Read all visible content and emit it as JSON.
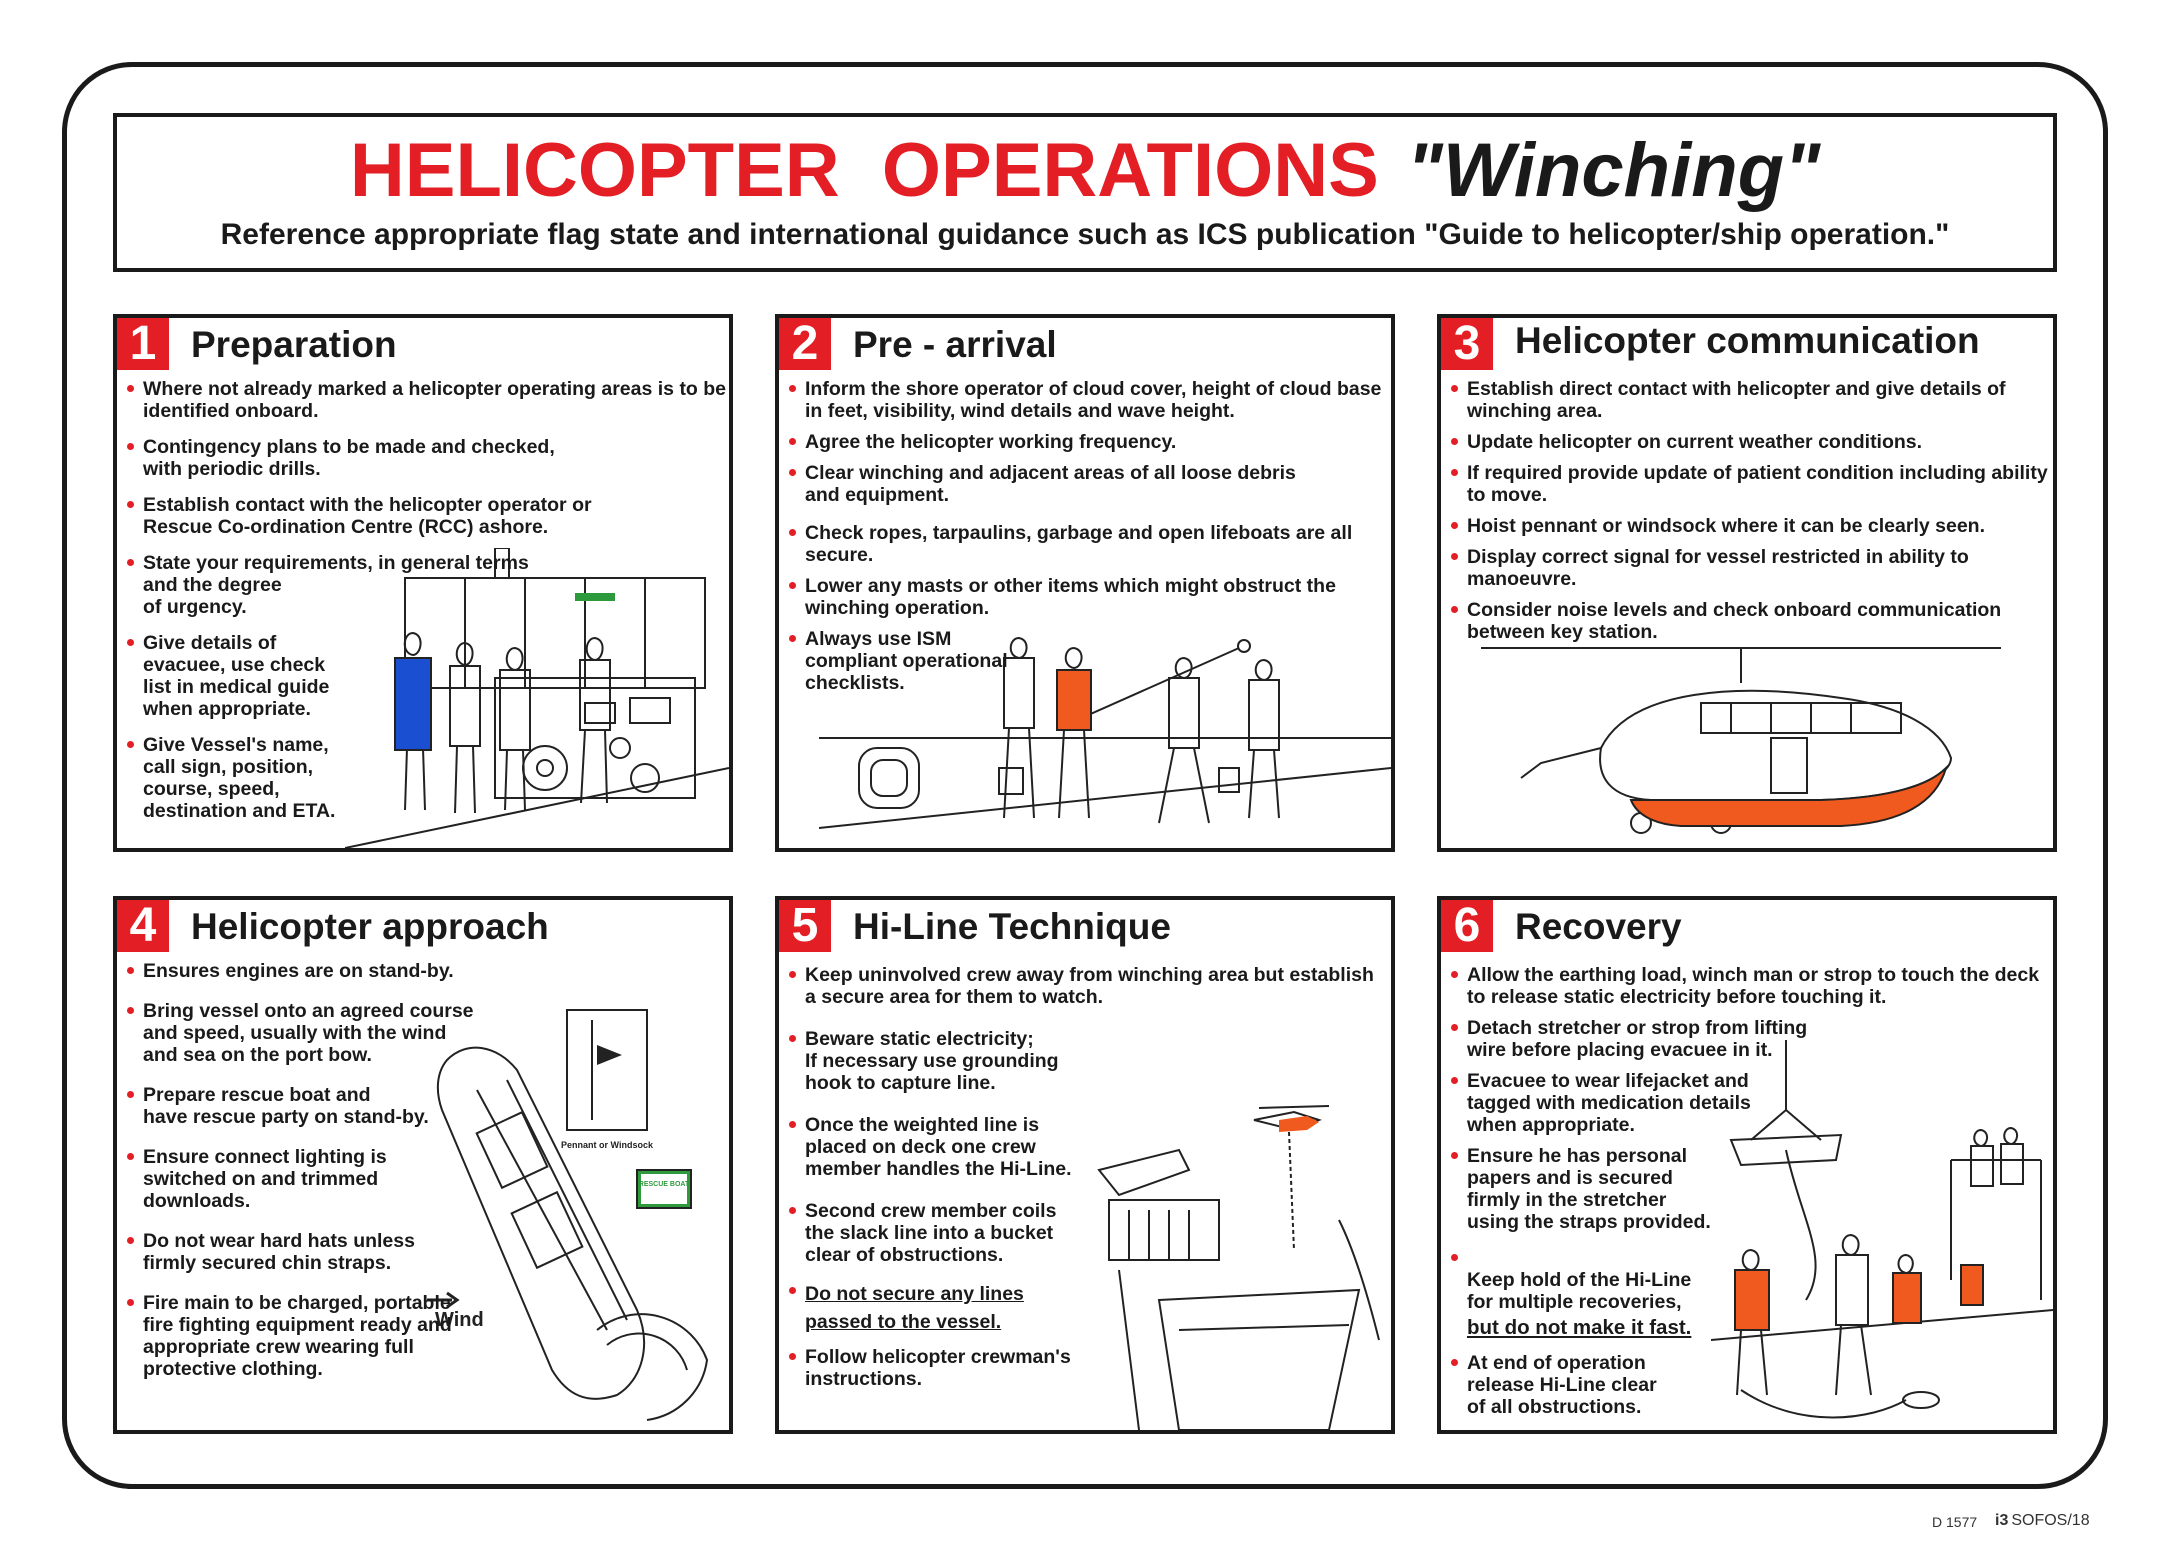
{
  "header": {
    "title_red": "HELICOPTER  OPERATIONS",
    "title_italic": "\"Winching\"",
    "subtitle": "Reference appropriate flag state and international guidance such as ICS publication \"Guide to helicopter/ship operation.\""
  },
  "panels": [
    {
      "number": "1",
      "title": "Preparation",
      "items": [
        "Where not already marked a helicopter operating areas is to be\nidentified onboard.",
        "Contingency plans to be made and checked,\nwith periodic drills.",
        "Establish contact with the helicopter operator or\nRescue Co-ordination Centre (RCC) ashore.",
        "State your requirements, in general terms\nand the degree\nof urgency.",
        "Give details of\nevacuee, use check\nlist in medical guide\nwhen appropriate.",
        "Give Vessel's name,\ncall sign, position,\ncourse, speed,\ndestination and ETA."
      ]
    },
    {
      "number": "2",
      "title": "Pre - arrival",
      "items": [
        "Inform the shore operator of cloud cover, height of cloud base\nin feet, visibility, wind details and wave height.",
        "Agree the helicopter working frequency.",
        "Clear winching and adjacent areas of all loose debris\nand equipment.",
        "Check ropes, tarpaulins, garbage and open lifeboats are all\nsecure.",
        "Lower any masts or other items which might obstruct the\nwinching operation.",
        "Always use ISM\ncompliant operational\nchecklists."
      ]
    },
    {
      "number": "3",
      "title": "Helicopter communication",
      "items": [
        "Establish direct contact with helicopter and give details of\nwinching area.",
        "Update helicopter on current weather conditions.",
        "If required provide update of patient condition including ability\nto move.",
        "Hoist pennant or windsock where it can be clearly seen.",
        "Display correct signal for vessel restricted in ability to\nmanoeuvre.",
        "Consider noise levels and check onboard communication\nbetween key station."
      ]
    },
    {
      "number": "4",
      "title": "Helicopter  approach",
      "items": [
        "Ensures engines are on stand-by.",
        "Bring vessel onto an agreed course\nand speed, usually with the wind\nand sea on the port bow.",
        "Prepare rescue boat and\nhave rescue party on stand-by.",
        "Ensure connect lighting is\nswitched on and trimmed\ndownloads.",
        "Do not wear hard hats unless\nfirmly secured chin straps.",
        "Fire main to be charged, portable\nfire fighting equipment ready and\nappropriate crew wearing full\nprotective clothing."
      ],
      "labels": {
        "wind": "Wind",
        "pennant": "Pennant or Windsock",
        "rescue_boat_sign": "RESCUE BOAT"
      }
    },
    {
      "number": "5",
      "title": "Hi-Line Technique",
      "items": [
        "Keep uninvolved crew away from winching area but establish\na secure area for them to watch.",
        "Beware static electricity;\nIf necessary use grounding\nhook to capture line.",
        "Once the weighted line is\nplaced on deck one crew\nmember handles the Hi-Line.",
        "Second crew member coils\nthe slack line into a bucket\nclear of obstructions."
      ],
      "warning": "Do not secure any lines\npassed to the vessel.",
      "items_after": [
        "Follow helicopter crewman's\ninstructions."
      ]
    },
    {
      "number": "6",
      "title": "Recovery",
      "items": [
        "Allow the earthing load, winch man or strop to touch the deck\nto release static electricity before touching it.",
        "Detach stretcher or strop from lifting\nwire before placing evacuee in it.",
        "Evacuee to wear lifejacket and\ntagged with medication details\nwhen appropriate.",
        "Ensure he has personal\npapers and is secured\nfirmly in the stretcher\nusing the straps provided."
      ],
      "item5_text": "Keep hold of the Hi-Line\nfor multiple recoveries,",
      "item5_emph": "but do not make it fast.",
      "items_after": [
        "At end of operation\nrelease Hi-Line clear\nof all obstructions."
      ]
    }
  ],
  "footer": {
    "code": "D 1577",
    "brand": "SOFOS/18",
    "brand_mark": "i3"
  },
  "colors": {
    "accent": "#e31e24",
    "helicopter_orange": "#f05a1e",
    "jacket_blue": "#1b4fd1"
  }
}
